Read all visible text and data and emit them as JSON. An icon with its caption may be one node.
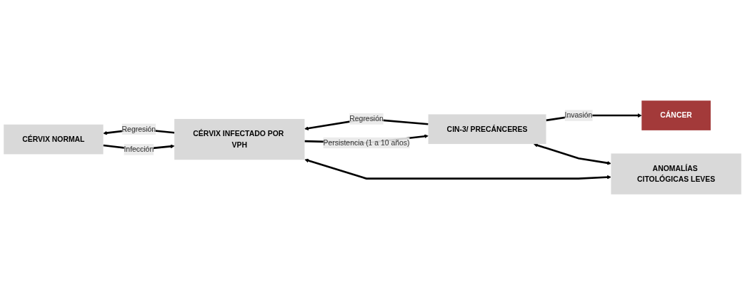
{
  "diagram": {
    "nodes": [
      {
        "text": [
          "CÉRVIX NORMAL"
        ]
      },
      {
        "text": [
          "CÉRVIX INFECTADO POR VPH"
        ]
      },
      {
        "text": [
          "CIN-3/ PRECÁNCERES"
        ]
      },
      {
        "text": [
          "CÁNCER"
        ]
      },
      {
        "text": [
          "ANOMALÍAS CITOLÓGICAS LEVES"
        ]
      }
    ],
    "edges": [
      {
        "from": 0,
        "to": 1,
        "arrow": "to",
        "label": "Infección"
      },
      {
        "from": 1,
        "to": 0,
        "arrow": "to",
        "label": "Regresión"
      },
      {
        "from": 1,
        "to": 2,
        "arrow": "to",
        "label": "Persistencia (1 a 10 años)"
      },
      {
        "from": 2,
        "to": 1,
        "arrow": "to",
        "label": "Regresión"
      },
      {
        "from": 2,
        "to": 3,
        "arrow": "to",
        "label": "Invasión"
      },
      {
        "from": 1,
        "to": 4,
        "arrow": "both"
      },
      {
        "from": 2,
        "to": 4,
        "arrow": "both"
      }
    ]
  }
}
